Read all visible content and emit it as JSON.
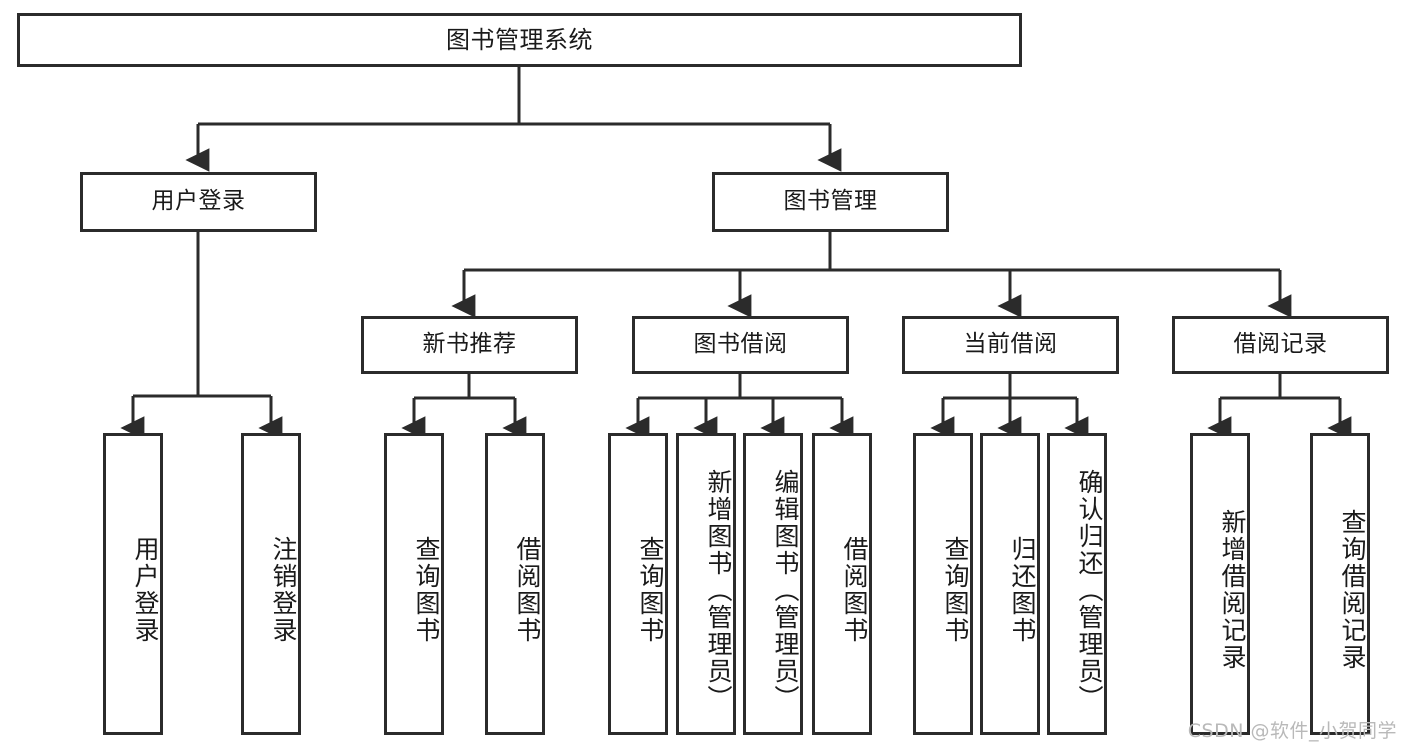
{
  "diagram": {
    "title": "图书管理系统",
    "type": "functional-structure-tree",
    "watermark": "CSDN @软件_小贺同学",
    "colors": {
      "box_border": "#2b2b2b",
      "box_fill": "#ffffff",
      "edge": "#2b2b2b",
      "text": "#1a1a1a",
      "watermark": "#b9b9b9"
    },
    "levels": {
      "root": "图书管理系统",
      "level2": [
        "用户登录",
        "图书管理"
      ],
      "level3": [
        "新书推荐",
        "图书借阅",
        "当前借阅",
        "借阅记录"
      ]
    },
    "nodes": {
      "root": {
        "label": "图书管理系统"
      },
      "user_login": {
        "label": "用户登录"
      },
      "book_manage": {
        "label": "图书管理"
      },
      "new_book_rec": {
        "label": "新书推荐"
      },
      "book_borrow": {
        "label": "图书借阅"
      },
      "current_borrow": {
        "label": "当前借阅"
      },
      "borrow_record": {
        "label": "借阅记录"
      },
      "leaf_user_login": {
        "label": "用户登录"
      },
      "leaf_logout": {
        "label": "注销登录"
      },
      "leaf_query_book_a": {
        "label": "查询图书"
      },
      "leaf_borrow_book_a": {
        "label": "借阅图书"
      },
      "leaf_query_book_b": {
        "label": "查询图书"
      },
      "leaf_add_book": {
        "label": "新增图书（管理员）"
      },
      "leaf_edit_book": {
        "label": "编辑图书（管理员）"
      },
      "leaf_borrow_book_b": {
        "label": "借阅图书"
      },
      "leaf_query_book_c": {
        "label": "查询图书"
      },
      "leaf_return_book": {
        "label": "归还图书"
      },
      "leaf_confirm_return": {
        "label": "确认归还（管理员）"
      },
      "leaf_add_record": {
        "label": "新增借阅记录"
      },
      "leaf_query_record": {
        "label": "查询借阅记录"
      }
    },
    "edges": [
      {
        "from": "图书管理系统",
        "to": "用户登录"
      },
      {
        "from": "图书管理系统",
        "to": "图书管理"
      },
      {
        "from": "用户登录",
        "to": "用户登录"
      },
      {
        "from": "用户登录",
        "to": "注销登录"
      },
      {
        "from": "图书管理",
        "to": "新书推荐"
      },
      {
        "from": "图书管理",
        "to": "图书借阅"
      },
      {
        "from": "图书管理",
        "to": "当前借阅"
      },
      {
        "from": "图书管理",
        "to": "借阅记录"
      },
      {
        "from": "新书推荐",
        "to": "查询图书"
      },
      {
        "from": "新书推荐",
        "to": "借阅图书"
      },
      {
        "from": "图书借阅",
        "to": "查询图书"
      },
      {
        "from": "图书借阅",
        "to": "新增图书（管理员）"
      },
      {
        "from": "图书借阅",
        "to": "编辑图书（管理员）"
      },
      {
        "from": "图书借阅",
        "to": "借阅图书"
      },
      {
        "from": "当前借阅",
        "to": "查询图书"
      },
      {
        "from": "当前借阅",
        "to": "归还图书"
      },
      {
        "from": "当前借阅",
        "to": "确认归还（管理员）"
      },
      {
        "from": "借阅记录",
        "to": "新增借阅记录"
      },
      {
        "from": "借阅记录",
        "to": "查询借阅记录"
      }
    ]
  }
}
